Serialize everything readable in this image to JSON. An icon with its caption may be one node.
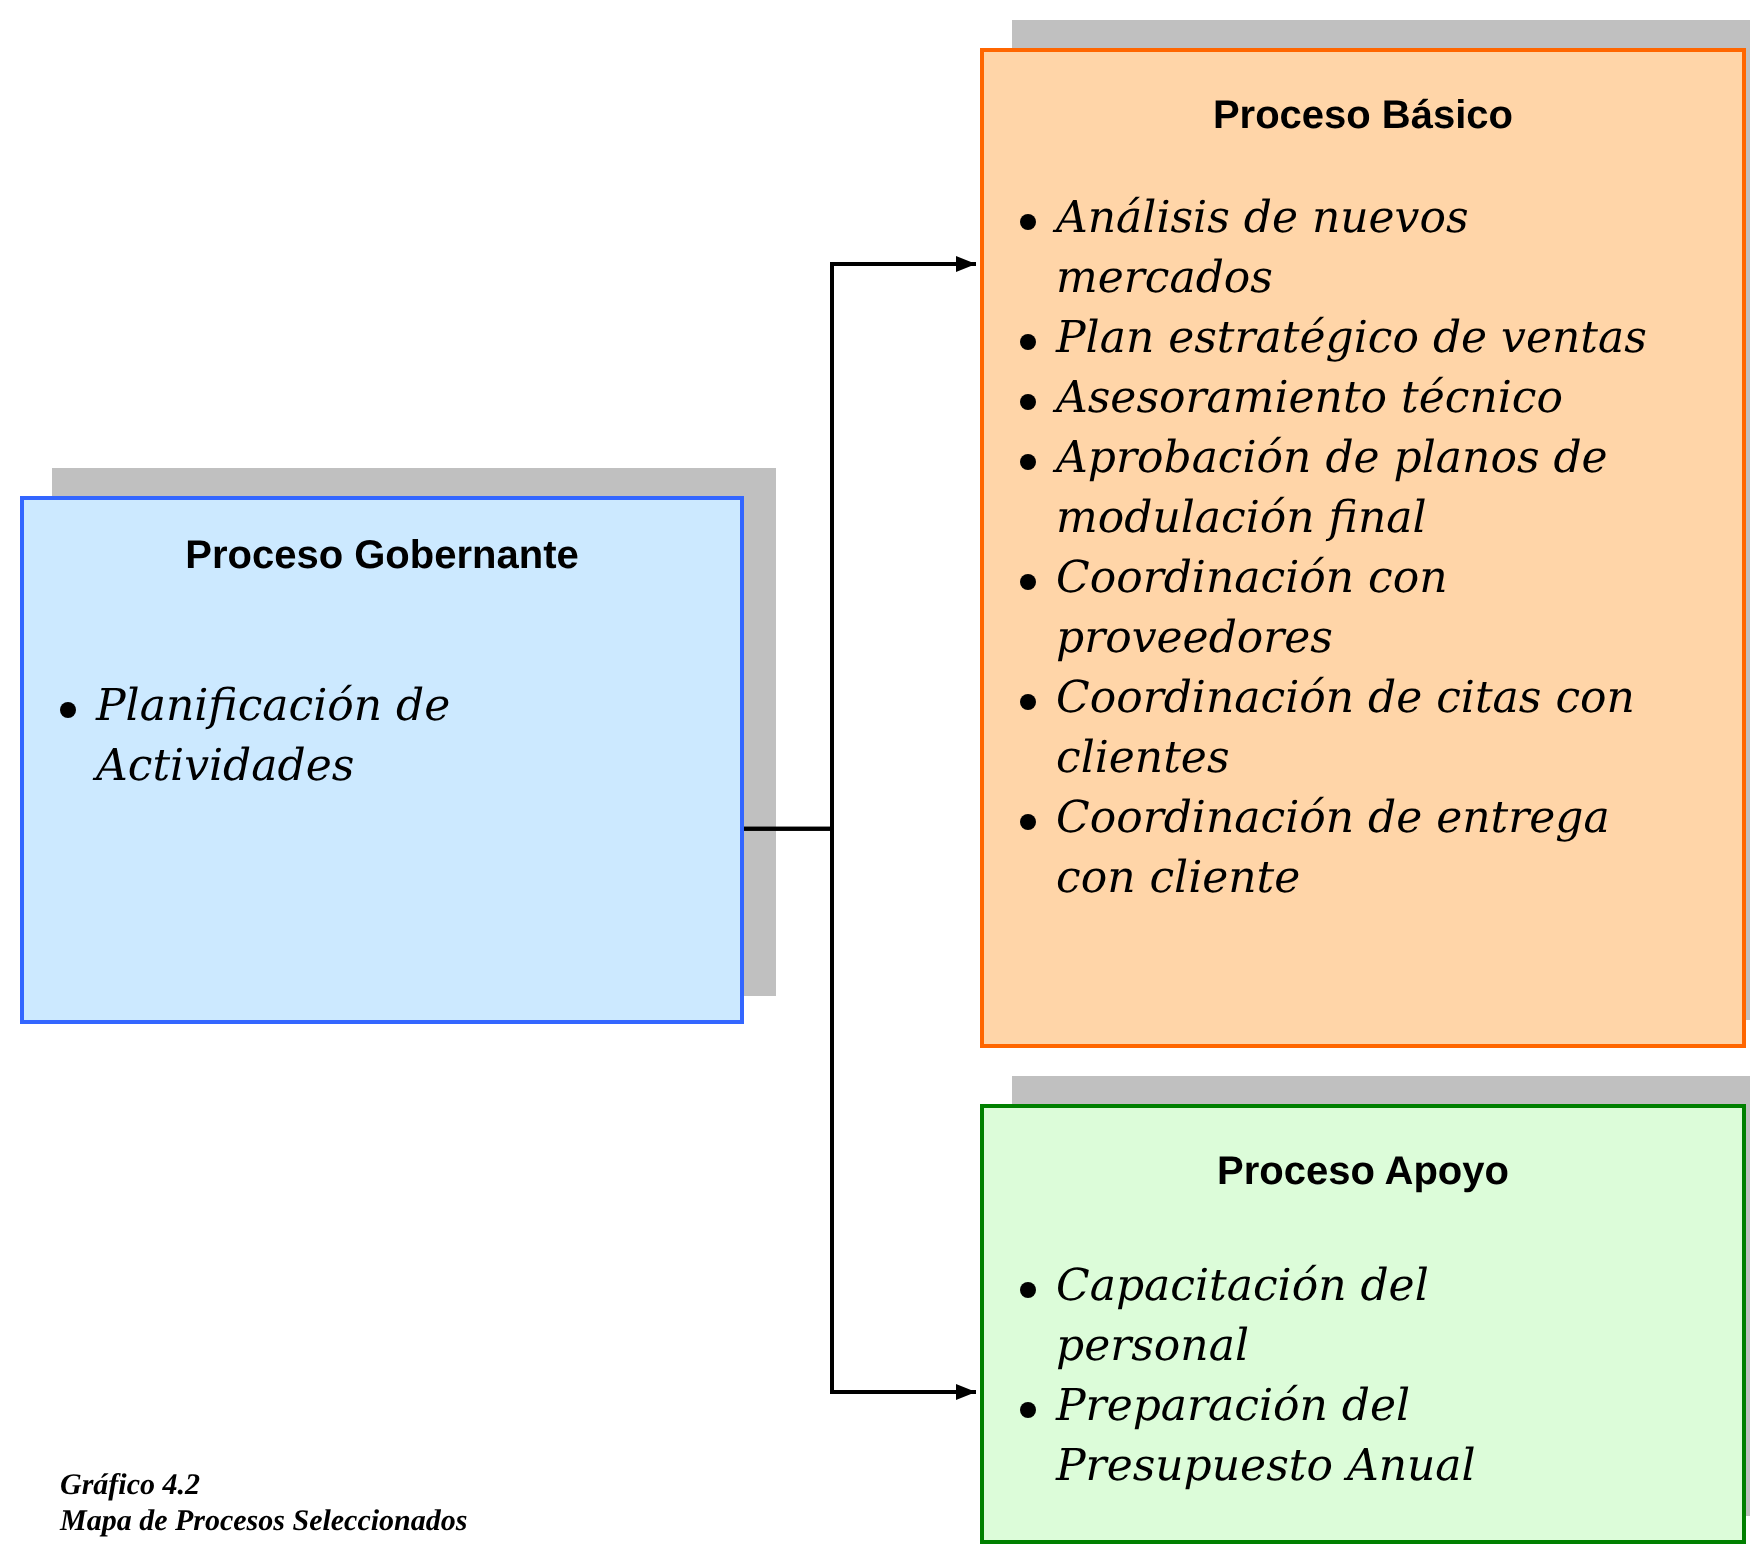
{
  "diagram": {
    "nodes": [
      {
        "text": [
          "Proceso Gobernante",
          "Planificación de Actividades"
        ]
      },
      {
        "text": [
          "Proceso Básico",
          "Análisis de nuevos mercados",
          "Plan estratégico de ventas",
          "Asesoramiento técnico",
          "Aprobación de planos de modulación final",
          "Coordinación con proveedores",
          "Coordinación de citas con clientes",
          "Coordinación de entrega con cliente"
        ]
      },
      {
        "text": [
          "Proceso Apoyo",
          "Capacitación del personal",
          "Preparación del Presupuesto Anual"
        ]
      }
    ],
    "edges": [
      {
        "from": 0,
        "to": 1,
        "arrow": "to"
      },
      {
        "from": 0,
        "to": 2,
        "arrow": "to"
      }
    ],
    "labels": [
      "Gráfico 4.2",
      "Mapa de Procesos Seleccionados"
    ]
  }
}
